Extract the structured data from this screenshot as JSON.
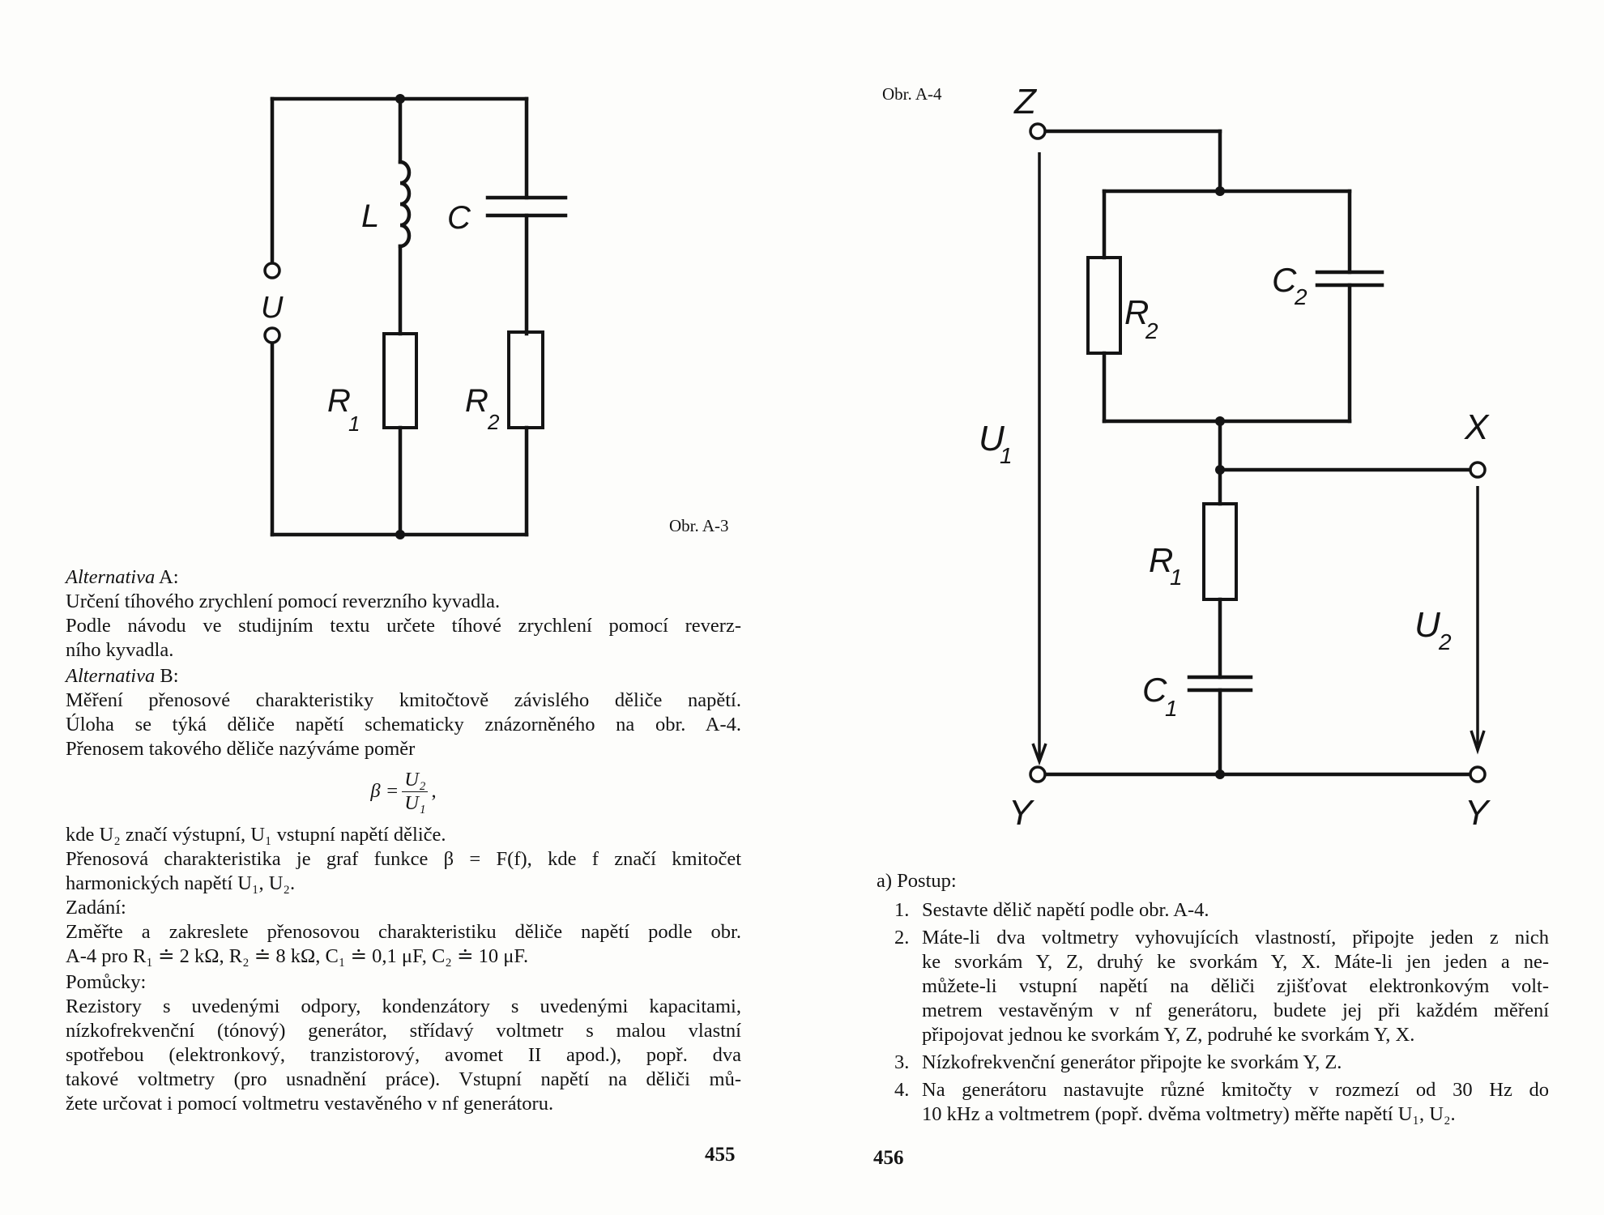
{
  "left_page": {
    "figure_caption": "Obr. A-3",
    "circuit_labels": {
      "L": "L",
      "C": "C",
      "U": "U",
      "R1": "R",
      "R1_sub": "1",
      "R2": "R",
      "R2_sub": "2"
    },
    "alt_a_heading_it": "Alternativa",
    "alt_a_heading_rest": " A:",
    "alt_a_line1": "Určení tíhového zrychlení pomocí reverzního kyvadla.",
    "alt_a_line2": "Podle návodu ve studijním textu určete tíhové zrychlení pomocí reverz-",
    "alt_a_line3": "ního kyvadla.",
    "alt_b_heading_it": "Alternativa",
    "alt_b_heading_rest": " B:",
    "alt_b_line1": "Měření přenosové charakteristiky kmitočtově závislého děliče napětí.",
    "alt_b_line2": "Úloha se týká děliče napětí schematicky znázorněného na obr. A-4.",
    "alt_b_line3": "Přenosem takového děliče nazýváme poměr",
    "formula_lhs": "β =",
    "formula_num": "U₂",
    "formula_den": "U₁",
    "formula_tail": ",",
    "kde_line": "kde U₂ značí výstupní, U₁ vstupní napětí děliče.",
    "prenos_line1": "Přenosová charakteristika je graf funkce β = F(f), kde f značí kmitočet",
    "prenos_line2": "harmonických napětí U₁, U₂.",
    "zadani_label": "Zadání:",
    "zadani_line1": "Změřte a zakreslete přenosovou charakteristiku děliče napětí podle obr.",
    "zadani_line2": "A-4 pro R₁ ≐ 2 kΩ, R₂ ≐ 8 kΩ, C₁ ≐ 0,1 μF, C₂ ≐ 10 μF.",
    "pomucky_label": "Pomůcky:",
    "pomucky_line1": "Rezistory s uvedenými odpory, kondenzátory s uvedenými kapacitami,",
    "pomucky_line2": "nízkofrekvenční (tónový) generátor, střídavý voltmetr s malou vlastní",
    "pomucky_line3": "spotřebou (elektronkový, tranzistorový, avomet II apod.), popř. dva",
    "pomucky_line4": "takové voltmetry (pro usnadnění práce). Vstupní napětí na děliči mů-",
    "pomucky_line5": "žete určovat i pomocí voltmetru vestavěného v nf generátoru.",
    "page_number": "455"
  },
  "right_page": {
    "figure_caption": "Obr. A-4",
    "circuit_labels": {
      "Z": "Z",
      "X": "X",
      "Y_left": "Y",
      "Y_right": "Y",
      "U1": "U",
      "U1_sub": "1",
      "U2": "U",
      "U2_sub": "2",
      "R1": "R",
      "R1_sub": "1",
      "R2": "R",
      "R2_sub": "2",
      "C1": "C",
      "C1_sub": "1",
      "C2": "C",
      "C2_sub": "2"
    },
    "postup_heading": "a) Postup:",
    "steps": [
      {
        "number": "1.",
        "lines": [
          "Sestavte dělič napětí podle obr. A-4."
        ]
      },
      {
        "number": "2.",
        "lines": [
          "Máte-li dva voltmetry vyhovujících vlastností, připojte jeden z nich",
          "ke svorkám Y, Z, druhý ke svorkám Y, X. Máte-li jen jeden a ne-",
          "můžete-li vstupní napětí na děliči zjišťovat elektronkovým volt-",
          "metrem vestavěným v nf generátoru, budete jej při každém měření",
          "připojovat jednou ke svorkám Y, Z, podruhé ke svorkám Y, X."
        ]
      },
      {
        "number": "3.",
        "lines": [
          "Nízkofrekvenční generátor připojte ke svorkám Y, Z."
        ]
      },
      {
        "number": "4.",
        "lines": [
          "Na generátoru nastavujte různé kmitočty v rozmezí od 30 Hz do",
          "10 kHz a voltmetrem (popř. dvěma voltmetry) měřte napětí U₁, U₂."
        ]
      }
    ],
    "page_number": "456"
  }
}
